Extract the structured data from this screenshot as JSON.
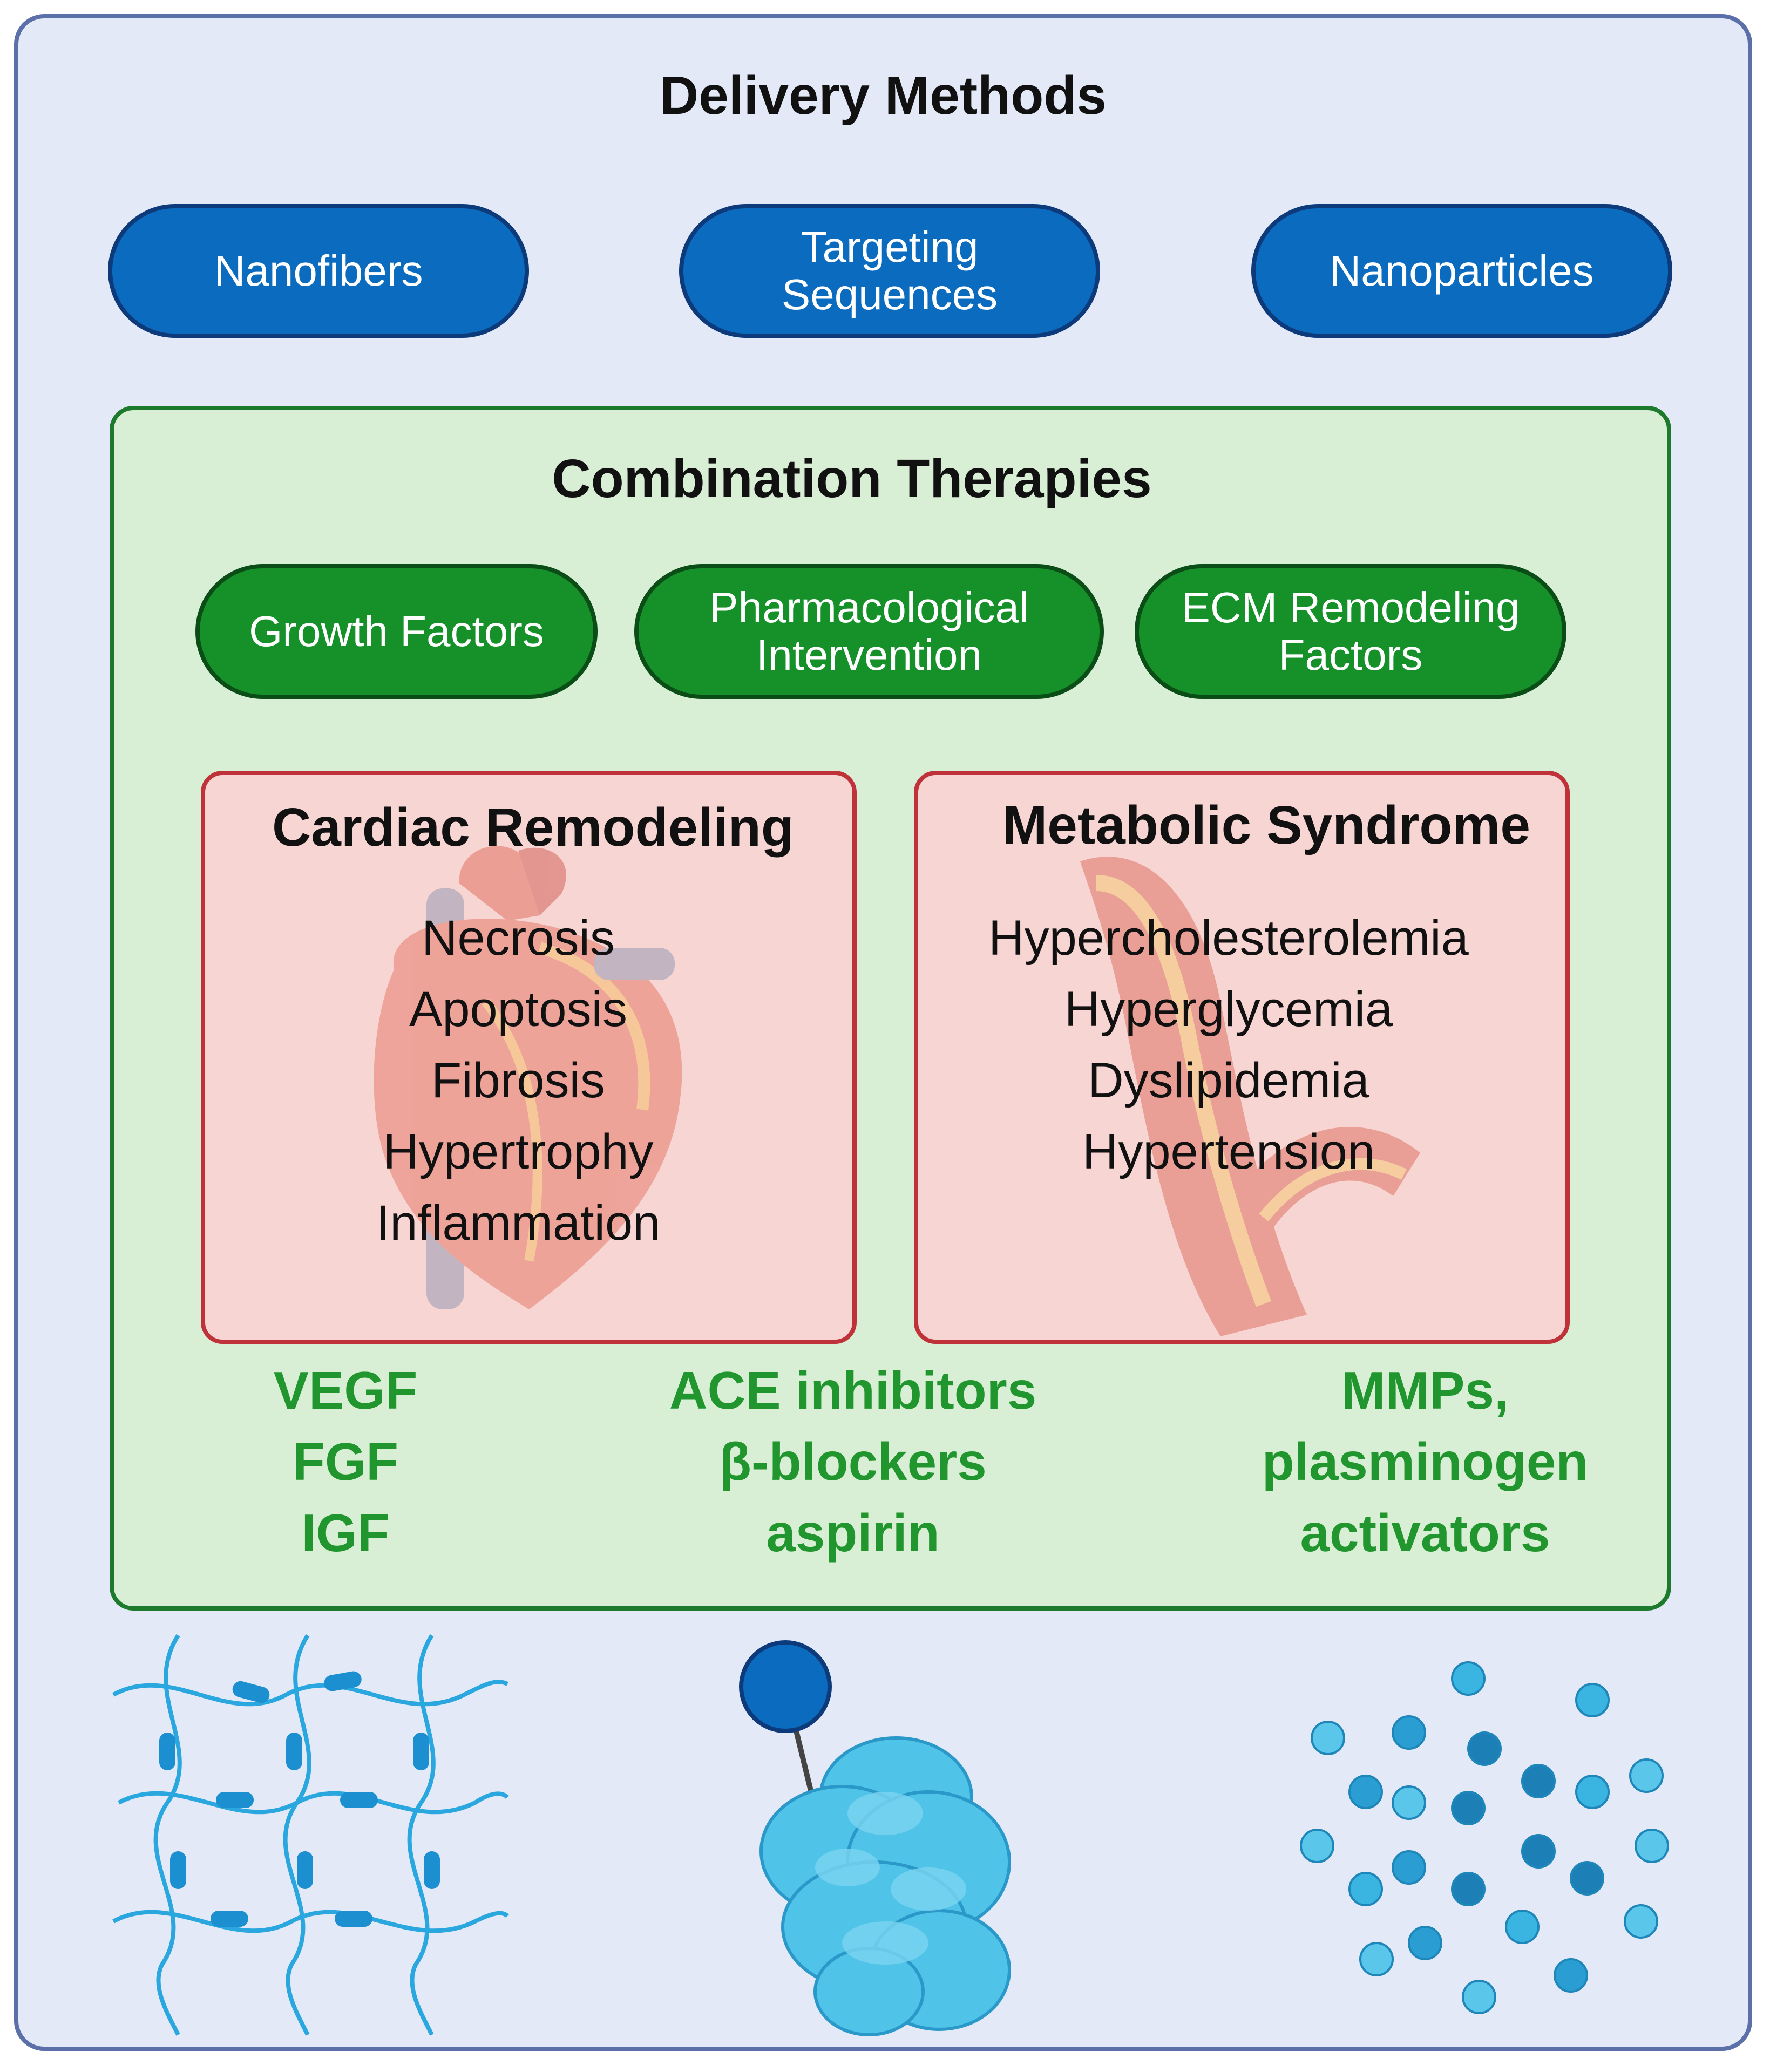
{
  "delivery": {
    "title": "Delivery Methods",
    "methods": [
      "Nanofibers",
      "Targeting\nSequences",
      "Nanoparticles"
    ]
  },
  "combination": {
    "title": "Combination Therapies",
    "categories": [
      "Growth Factors",
      "Pharmacological\nIntervention",
      "ECM Remodeling\nFactors"
    ],
    "growth_factors": [
      "VEGF",
      "FGF",
      "IGF"
    ],
    "pharmacological": [
      "ACE inhibitors",
      "β-blockers",
      "aspirin"
    ],
    "ecm": [
      "MMPs,",
      "plasminogen",
      "activators"
    ]
  },
  "cardiac": {
    "title": "Cardiac Remodeling",
    "items": [
      "Necrosis",
      "Apoptosis",
      "Fibrosis",
      "Hypertrophy",
      "Inflammation"
    ]
  },
  "metabolic": {
    "title": "Metabolic Syndrome",
    "items": [
      "Hypercholesterolemia",
      "Hyperglycemia",
      "Dyslipidemia",
      "Hypertension"
    ]
  },
  "colors": {
    "outer_bg": "#e3e9f7",
    "outer_border": "#5b6fa8",
    "blue_pill": "#0b6cbf",
    "green_pill": "#16912a",
    "green_box_bg": "#d9efd5",
    "red_box_bg": "#f7d5d3",
    "agent_text": "#22962e",
    "particle": "#39b4e0"
  },
  "icons": [
    "nanofiber-mesh-icon",
    "targeting-protein-icon",
    "nanoparticles-icon",
    "heart-icon",
    "artery-plaque-icon"
  ]
}
